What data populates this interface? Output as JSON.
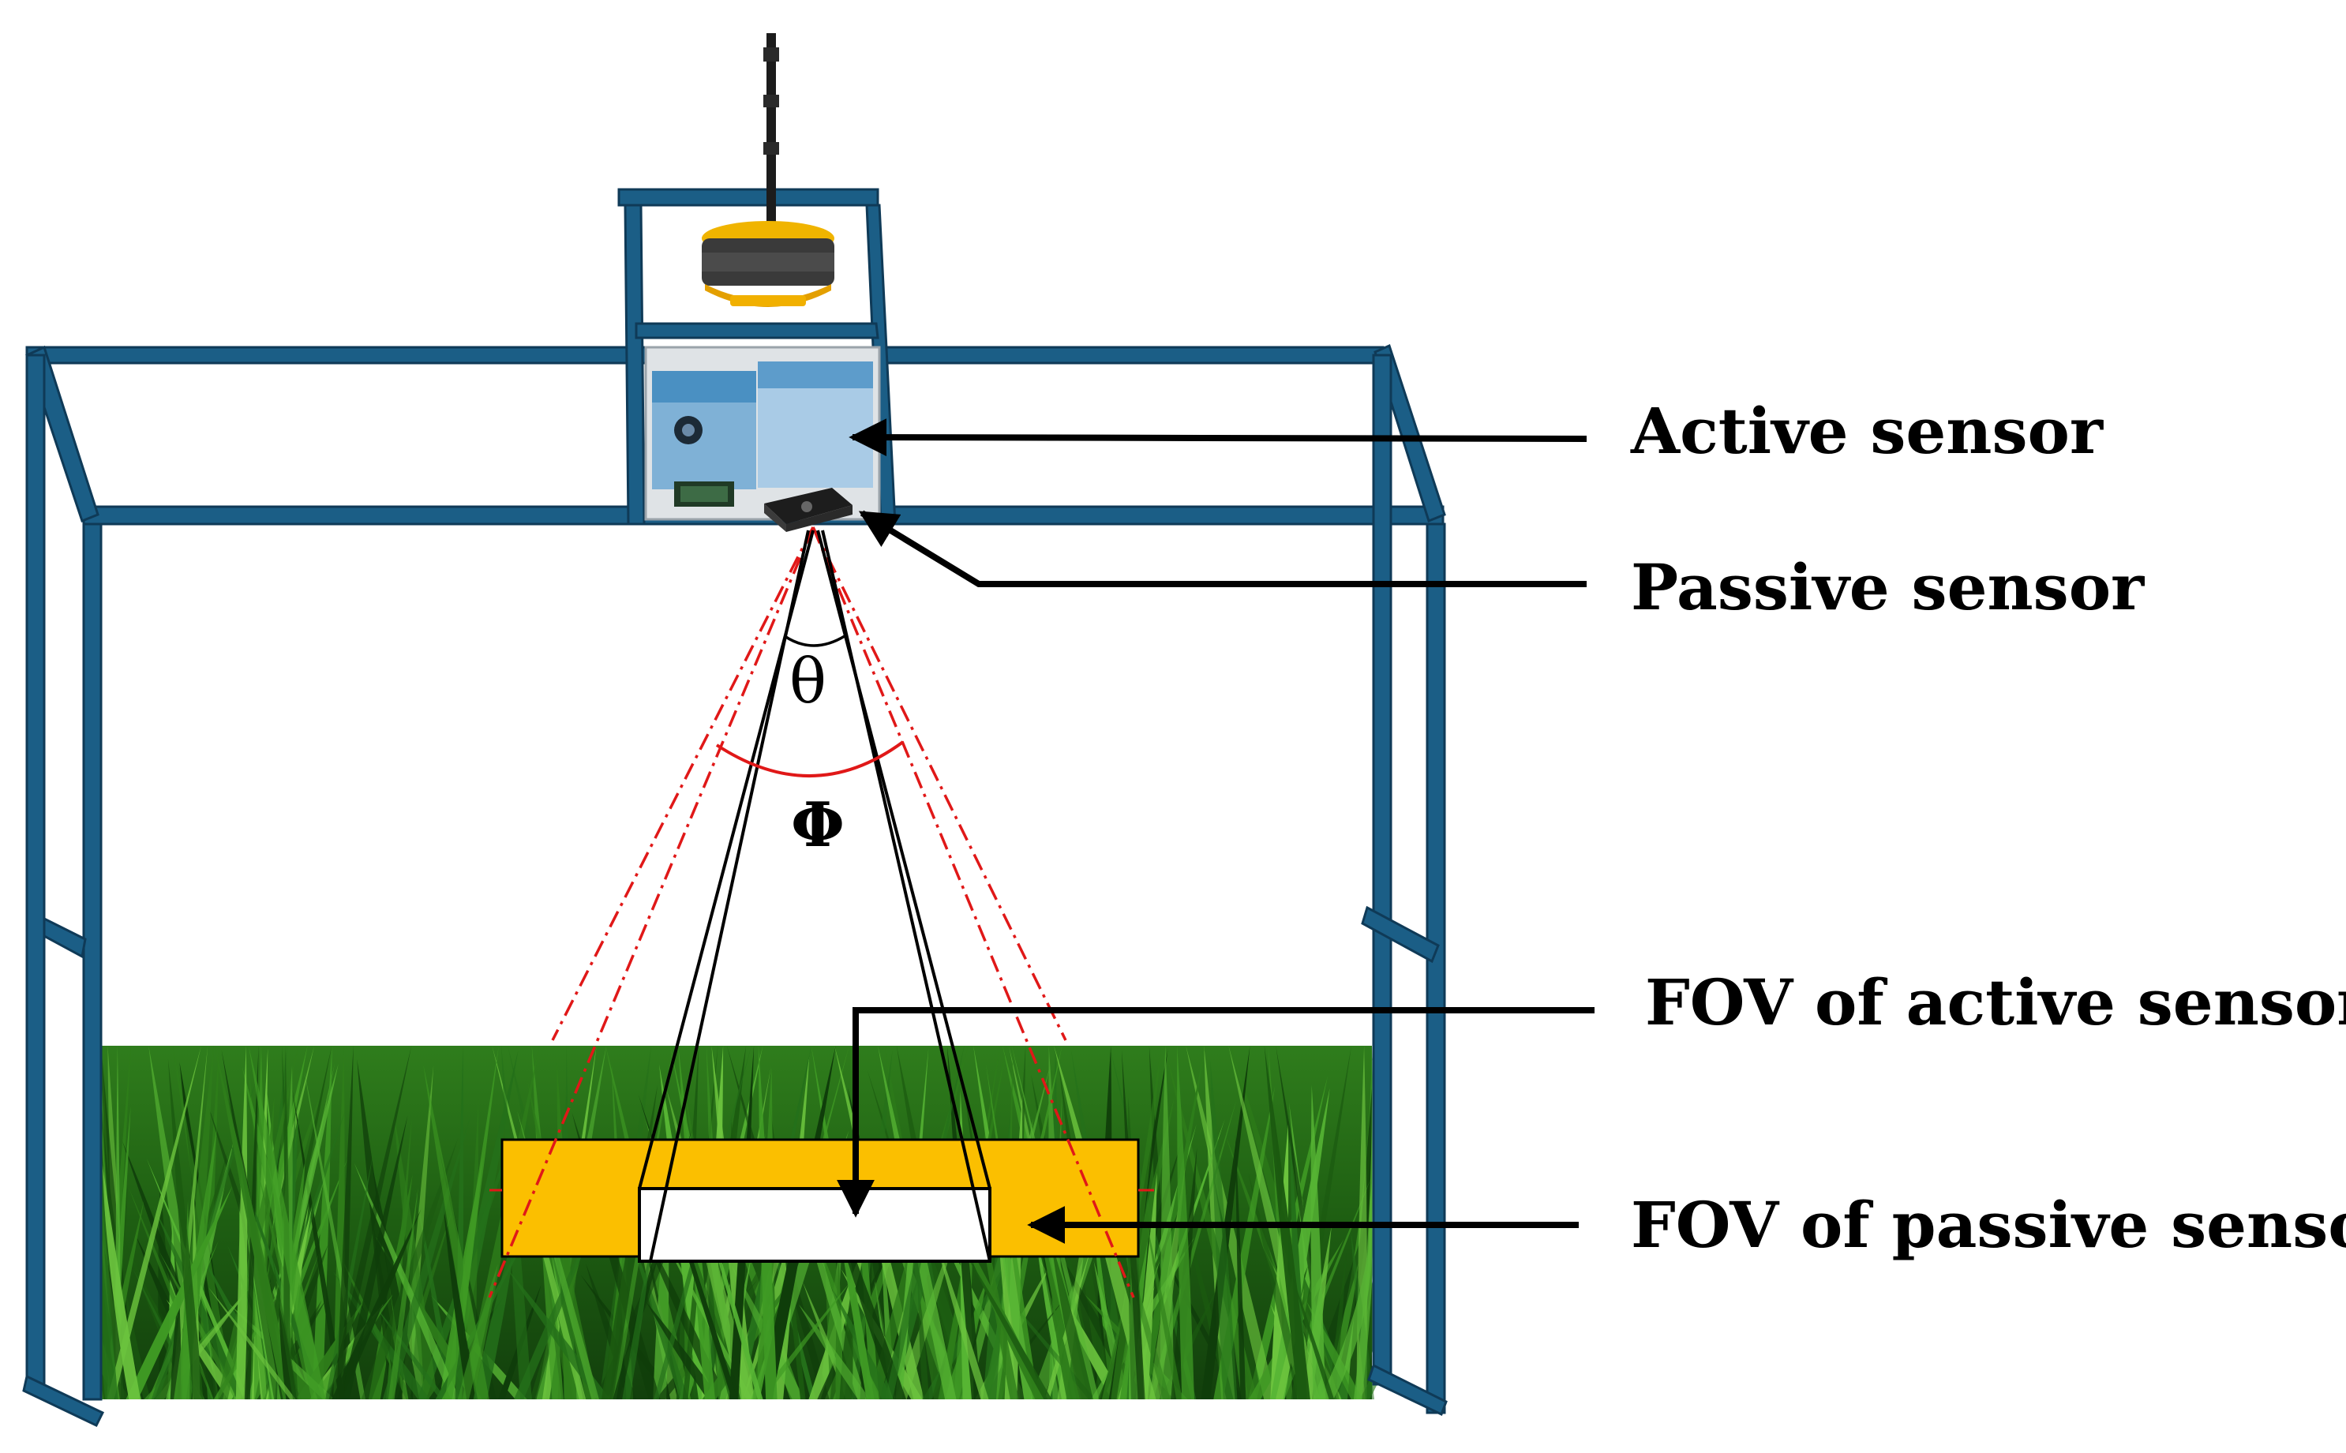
{
  "labels": {
    "active_sensor": "Active sensor",
    "passive_sensor": "Passive sensor",
    "fov_active": "FOV of active sensor",
    "fov_passive": "FOV of passive sensor"
  },
  "angles": {
    "theta": "θ",
    "phi": "Φ"
  },
  "colors": {
    "frame": "#1b5e86",
    "frame_dark": "#0f3a57",
    "fov_passive_fill": "#fbbf00",
    "fov_active_fill": "#ffffff",
    "passive_cone": "#e01818",
    "active_cone": "#000000",
    "gnss_body": "#e8a400",
    "grass_dark": "#0c3a0a",
    "grass_light": "#4fae2a"
  },
  "icons": {
    "gnss": "gnss-receiver-icon",
    "active_sensor": "active-sensor-device-icon",
    "passive_sensor": "passive-sensor-device-icon"
  }
}
